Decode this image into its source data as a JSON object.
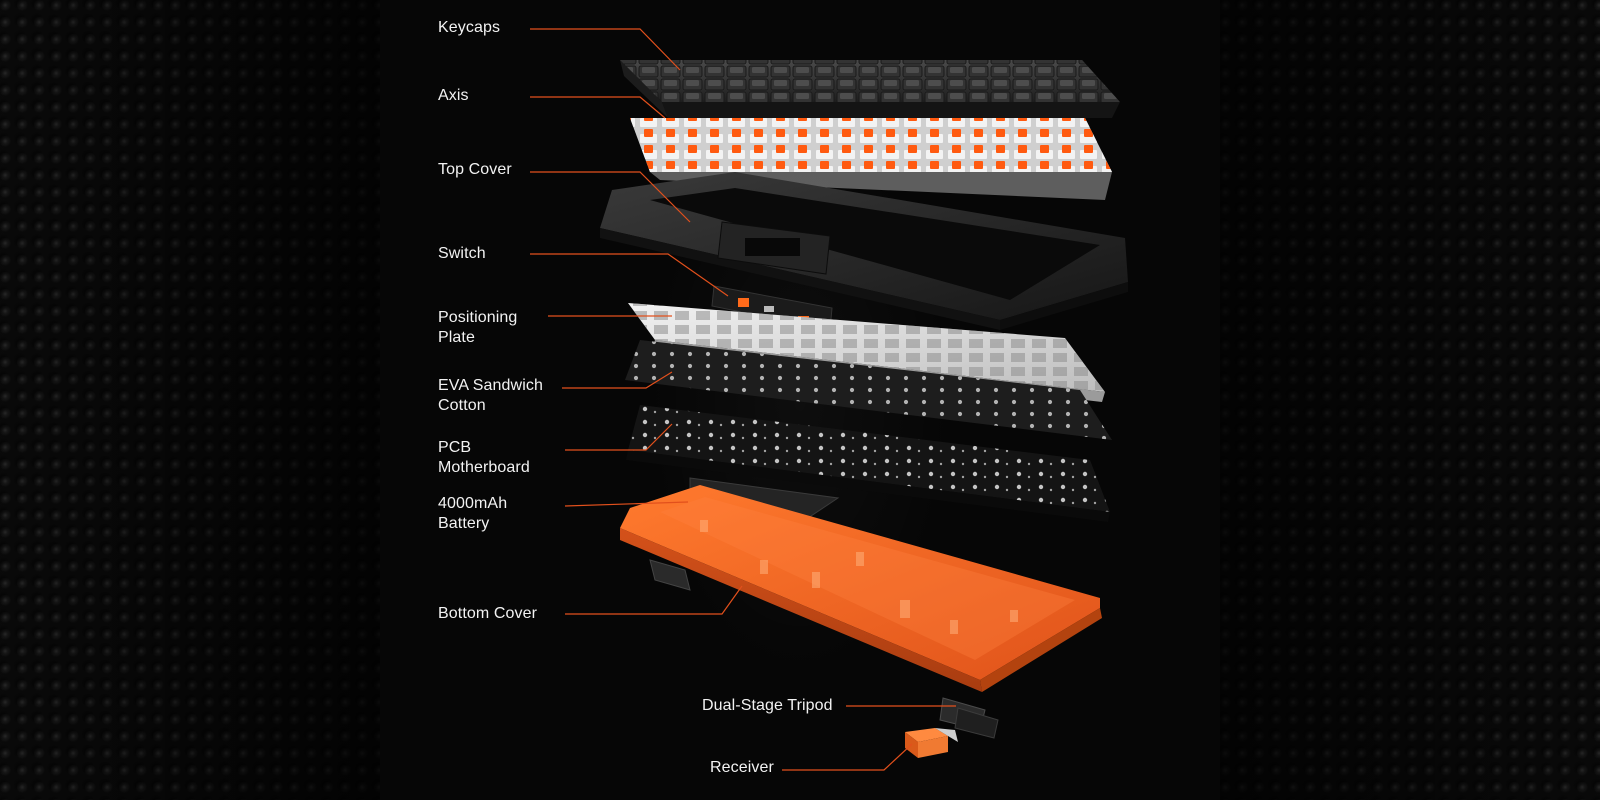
{
  "labels": {
    "keycaps": "Keycaps",
    "axis": "Axis",
    "top_cover": "Top Cover",
    "switch": "Switch",
    "positioning_plate": "Positioning\nPlate",
    "eva": "EVA Sandwich\nCotton",
    "pcb": "PCB\nMotherboard",
    "battery": "4000mAh\nBattery",
    "bottom_cover": "Bottom Cover",
    "tripod": "Dual-Stage Tripod",
    "receiver": "Receiver"
  },
  "colors": {
    "leader": "#e2501c",
    "accent_orange": "#ff6a1a",
    "bottom_cover": "#f26a22",
    "keycap": "#2a2a2a",
    "plate": "#dcdcdc",
    "label_text": "#f2f2f2"
  }
}
